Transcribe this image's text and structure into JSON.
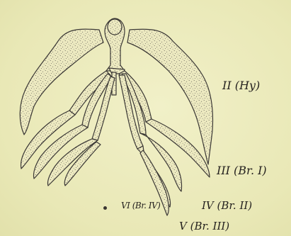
{
  "figure": {
    "labels": {
      "hyoid": "II (Hy)",
      "branchial_1": "III (Br. I)",
      "branchial_2": "IV (Br. II)",
      "branchial_3": "V (Br. III)",
      "branchial_4": "VI (Br. IV)"
    },
    "colors": {
      "background": "#ecebbd",
      "outline": "#3b3835",
      "stipple": "#5a5650"
    }
  }
}
